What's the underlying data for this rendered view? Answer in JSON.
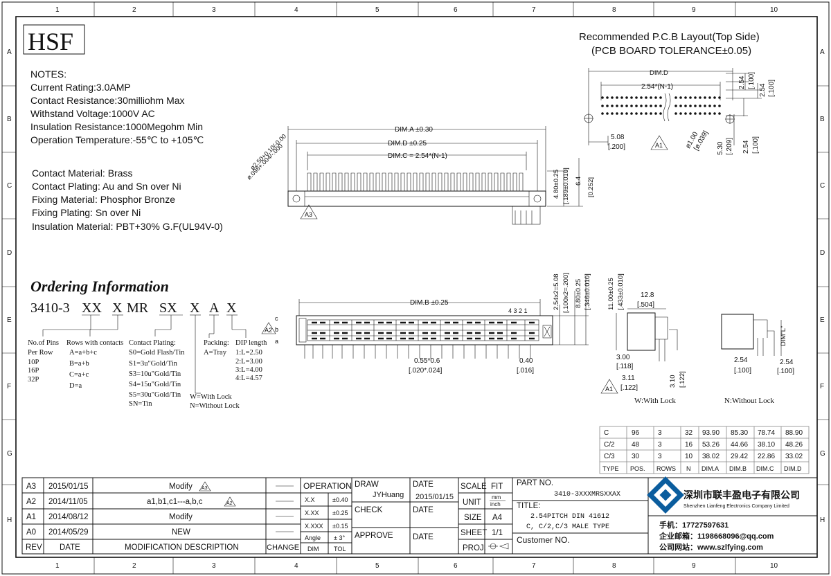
{
  "logo": "HSF",
  "grid": {
    "columns": [
      "1",
      "2",
      "3",
      "4",
      "5",
      "6",
      "7",
      "8",
      "9",
      "10"
    ],
    "rows": [
      "A",
      "B",
      "C",
      "D",
      "E",
      "F",
      "G",
      "H"
    ]
  },
  "notes": {
    "header": "NOTES:",
    "lines": [
      "Current Rating:3.0AMP",
      "Contact Resistance:30milliohm Max",
      "Withstand Voltage:1000V AC",
      "Insulation Resistance:1000Megohm Min",
      "Operation Temperature:-55℃ to +105℃"
    ],
    "materials": [
      "Contact Material: Brass",
      "Contact Plating: Au and Sn over Ni",
      "Fixing Material: Phosphor Bronze",
      "Fixing Plating: Sn over Ni",
      "Insulation Material: PBT+30% G.F(UL94V-0)"
    ]
  },
  "pcb": {
    "title_line1": "Recommended P.C.B Layout(Top Side)",
    "title_line2": "(PCB BOARD TOLERANCE±0.05)",
    "dim_d": "DIM.D",
    "pitch_n": "2.54*(N-1)",
    "d254a": "2.54",
    "d254a_in": "[.100]",
    "d254b": "2.54",
    "d254b_in": "[.100]",
    "d508": "5.08",
    "d508_in": "[.200]",
    "dia100": "ø1.00",
    "dia100_in": "[ø.039]",
    "d530": "5.30",
    "d530_in": "[.209]",
    "d254c": "2.54",
    "d254c_in": "[.100]",
    "rev_tag": "A1"
  },
  "front": {
    "dim_a": "DIM.A ±0.30",
    "dim_d": "DIM.D ±0.25",
    "dim_c": "DIM.C = 2.54*(N-1)",
    "dia_mm": "ø2.50+0.10/-0.00",
    "dia_in": "ø.098+.004/-.000",
    "h480": "4.80±0.25",
    "h480_in": "[.189±0.010]",
    "h64": "6.4",
    "h64_in": "[0.252]",
    "rev_tag": "A3"
  },
  "top": {
    "dim_b": "DIM.B ±0.25",
    "row_labels": [
      "c",
      "b",
      "a"
    ],
    "col_nums": "4 3 2 1",
    "pin": "0.55*0.6",
    "pin_in": "[.020*.024]",
    "d040": "0.40",
    "d040_in": "[.016]",
    "v1": "2.54x2=5.08",
    "v1_in": "[.100x2=.200]",
    "v2": "8.80±0.25",
    "v2_in": "[.346±0.010]",
    "rev_tag": "A2"
  },
  "side": {
    "h11": "11.00±0.25",
    "h11_in": "[.433±0.010]",
    "w128": "12.8",
    "w128_in": "[.504]",
    "d300": "3.00",
    "d300_in": "[.118]",
    "d311": "3.11",
    "d311_in": "[.122]",
    "d310": "3.10",
    "d310_in": "[.122]",
    "dim_l": "DIM\"L\"",
    "d254a": "2.54",
    "d254a_in": "[.100]",
    "d254b": "2.54",
    "d254b_in": "[.100]",
    "with_lock": "W:With Lock",
    "without_lock": "N:Without Lock",
    "rev_tag": "A1"
  },
  "ordering": {
    "title": "Ordering Information",
    "code": [
      "3410-3",
      "XX",
      "X",
      "MR",
      "SX",
      "X",
      "A",
      "X"
    ],
    "pins": [
      "No.of Pins",
      "Per Row",
      "10P",
      "16P",
      "32P"
    ],
    "rows": [
      "Rows with contacts",
      "A=a+b+c",
      "B=a+b",
      "C=a+c",
      "D=a"
    ],
    "plating": [
      "Contact Plating:",
      "S0=Gold Flash/Tin",
      "S1=3u\"Gold/Tin",
      "S3=10u\"Gold/Tin",
      "S4=15u\"Gold/Tin",
      "S5=30u\"Gold/Tin",
      "SN=Tin"
    ],
    "lock": [
      "W=With Lock",
      "N=Without Lock"
    ],
    "packing": [
      "Packing:",
      "A=Tray"
    ],
    "dip": [
      "DIP length",
      "1:L=2.50",
      "2:L=3.00",
      "3:L=4.00",
      "4:L=4.57"
    ]
  },
  "dimtable": {
    "rows": [
      [
        "C",
        "96",
        "3",
        "32",
        "93.90",
        "85.30",
        "78.74",
        "88.90"
      ],
      [
        "C/2",
        "48",
        "3",
        "16",
        "53.26",
        "44.66",
        "38.10",
        "48.26"
      ],
      [
        "C/3",
        "30",
        "3",
        "10",
        "38.02",
        "29.42",
        "22.86",
        "33.02"
      ]
    ],
    "header": [
      "TYPE",
      "POS.",
      "ROWS",
      "N",
      "DIM.A",
      "DIM.B",
      "DIM.C",
      "DIM.D"
    ]
  },
  "revisions": {
    "rows": [
      {
        "rev": "A3",
        "date": "2015/01/15",
        "desc": "Modify",
        "tag": "A3"
      },
      {
        "rev": "A2",
        "date": "2014/11/05",
        "desc": "a1,b1,c1---a,b,c",
        "tag": "A2"
      },
      {
        "rev": "A1",
        "date": "2014/08/12",
        "desc": "Modify",
        "tag": ""
      },
      {
        "rev": "A0",
        "date": "2014/05/29",
        "desc": "NEW",
        "tag": ""
      }
    ],
    "h_rev": "REV",
    "h_date": "DATE",
    "h_desc": "MODIFICATION  DESCRIPTION",
    "h_change": "CHANGE"
  },
  "tolerance": {
    "title": "OPERATION",
    "rows": [
      [
        "X.X",
        "±0.40"
      ],
      [
        "X.XX",
        "±0.25"
      ],
      [
        "X.XXX",
        "±0.15"
      ],
      [
        "Angle",
        "± 3°"
      ]
    ],
    "h_dim": "DIM",
    "h_tol": "TOL"
  },
  "approval": {
    "draw": "DRAW",
    "drawer": "JYHuang",
    "date_label": "DATE",
    "draw_date": "2015/01/15",
    "check": "CHECK",
    "approve": "APPROVE"
  },
  "sheetinfo": {
    "scale": "SCALE",
    "scale_val": "FIT",
    "unit": "UNIT",
    "unit_val_top": "mm",
    "unit_val_bottom": "inch",
    "size": "SIZE",
    "size_val": "A4",
    "sheet": "SHEET",
    "sheet_val": "1/1",
    "proj": "PROJ."
  },
  "part": {
    "part_label": "PART NO.",
    "part_no": "3410-3XXXMRSXXAX",
    "title_label": "TITLE:",
    "title_line1": "2.54PITCH DIN 41612",
    "title_line2": "C, C/2,C/3 MALE TYPE",
    "customer_label": "Customer NO."
  },
  "company": {
    "name_cn": "深圳市联丰盈电子有限公司",
    "name_en": "Shenzhen Lianfeng Electronics Company Limited",
    "phone": "手机：17727597631",
    "email": "企业邮箱：1198668096@qq.com",
    "website": "公司网站：www.szlfying.com"
  }
}
